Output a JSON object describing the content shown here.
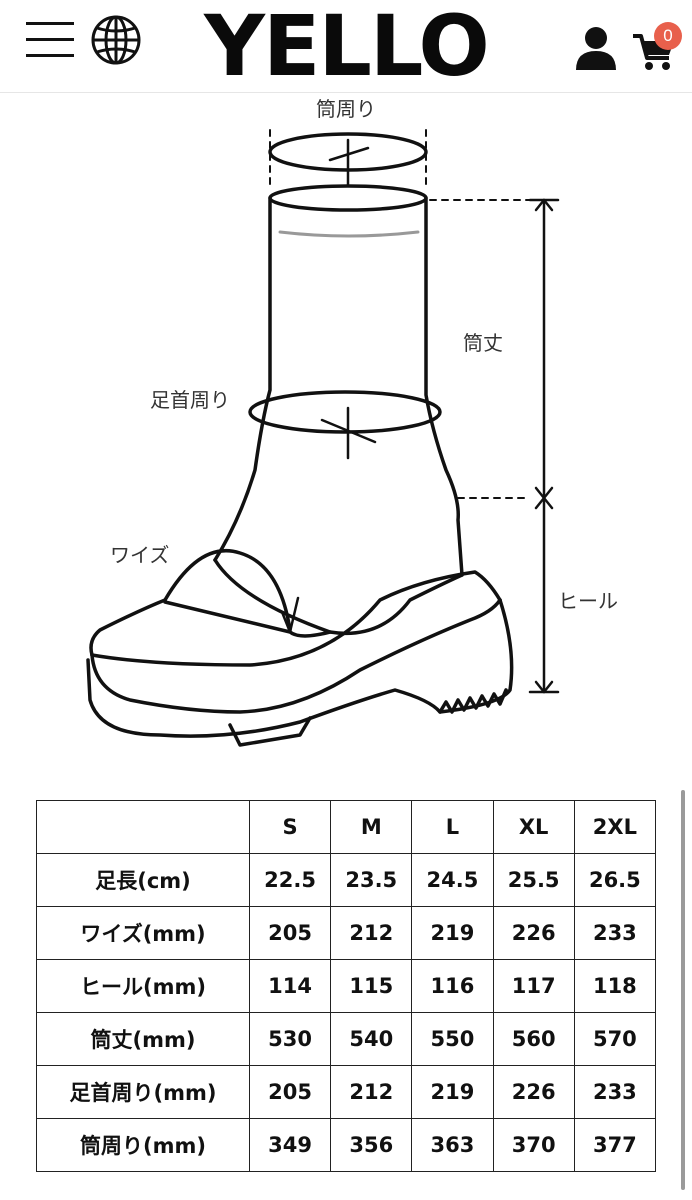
{
  "header": {
    "logo": "YELLO",
    "cart_count": "0",
    "icons": [
      "menu-icon",
      "globe-icon",
      "user-icon",
      "cart-icon"
    ]
  },
  "diagram": {
    "labels": {
      "top_circumference": "筒周り",
      "shaft_height": "筒丈",
      "ankle": "足首周り",
      "width": "ワイズ",
      "heel": "ヒール"
    }
  },
  "size_table": {
    "sizes": [
      "S",
      "M",
      "L",
      "XL",
      "2XL"
    ],
    "rows": [
      {
        "label": "足長(cm)",
        "values": [
          "22.5",
          "23.5",
          "24.5",
          "25.5",
          "26.5"
        ]
      },
      {
        "label": "ワイズ(mm)",
        "values": [
          "205",
          "212",
          "219",
          "226",
          "233"
        ]
      },
      {
        "label": "ヒール(mm)",
        "values": [
          "114",
          "115",
          "116",
          "117",
          "118"
        ]
      },
      {
        "label": "筒丈(mm)",
        "values": [
          "530",
          "540",
          "550",
          "560",
          "570"
        ]
      },
      {
        "label": "足首周り(mm)",
        "values": [
          "205",
          "212",
          "219",
          "226",
          "233"
        ]
      },
      {
        "label": "筒周り(mm)",
        "values": [
          "349",
          "356",
          "363",
          "370",
          "377"
        ]
      }
    ]
  },
  "colors": {
    "badge": "#e8604c",
    "ink": "#111111"
  }
}
